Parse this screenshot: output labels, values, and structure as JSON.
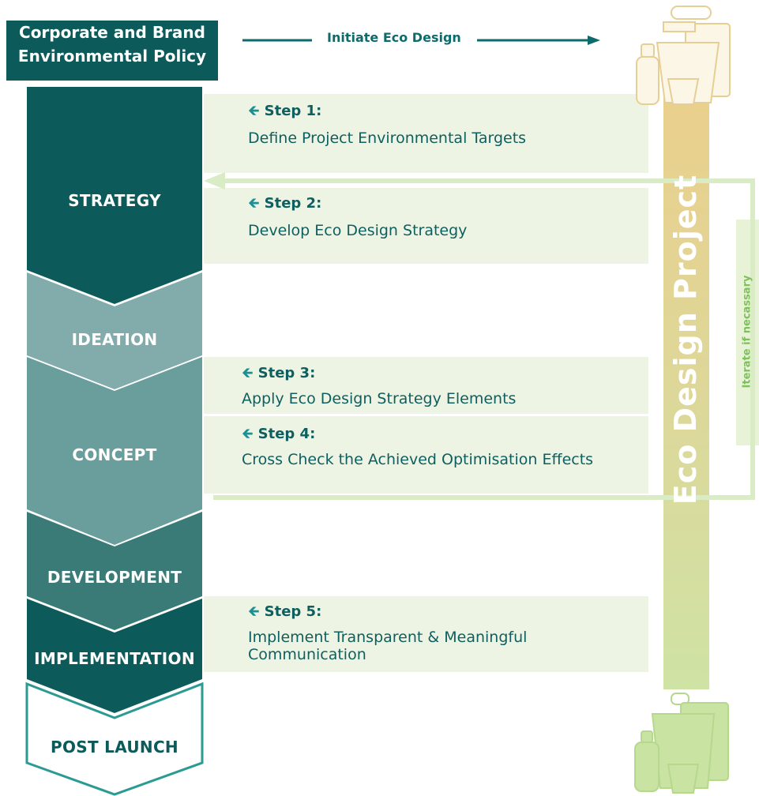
{
  "policy": {
    "line1": "Corporate and Brand",
    "line2": "Environmental Policy"
  },
  "initiate_label": "Initiate Eco Design",
  "phases": [
    {
      "label": "STRATEGY"
    },
    {
      "label": "IDEATION"
    },
    {
      "label": "CONCEPT"
    },
    {
      "label": "DEVELOPMENT"
    },
    {
      "label": "IMPLEMENTATION"
    },
    {
      "label": "POST LAUNCH"
    }
  ],
  "steps": [
    {
      "title": "Step 1:",
      "desc": [
        "Define Project Environmental Targets"
      ]
    },
    {
      "title": "Step 2:",
      "desc": [
        "Develop Eco Design Strategy"
      ]
    },
    {
      "title": "Step 3:",
      "desc": [
        "Apply Eco Design Strategy Elements"
      ]
    },
    {
      "title": "Step 4:",
      "desc": [
        "Cross Check the Achieved Optimisation Effects"
      ]
    },
    {
      "title": "Step 5:",
      "desc": [
        "Implement Transparent & Meaningful",
        "Communication"
      ]
    }
  ],
  "eco_project_label": "Eco Design Project",
  "iterate_label": "Iterate if necassary",
  "colors": {
    "dark_teal": "#0c5a59",
    "mid_teal": "#3a7b78",
    "light_teal": "#82abab",
    "concept_teal": "#6a9e9c",
    "step_panel": "#eef4e4",
    "gold": "#e9cf8a",
    "green": "#cfe3a6",
    "text_teal": "#0e5f60"
  }
}
